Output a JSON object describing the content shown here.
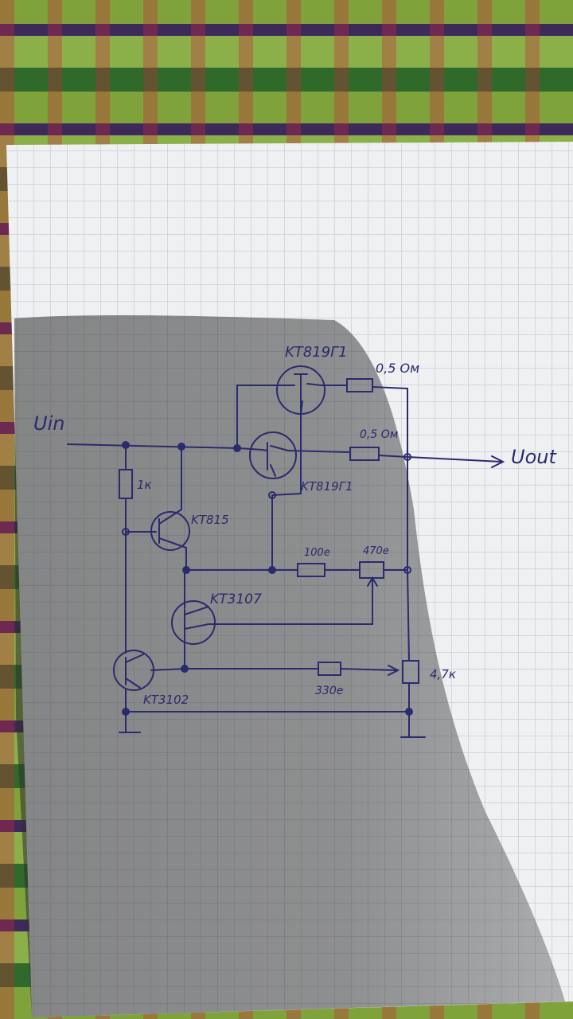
{
  "labels": {
    "vin": "Uin",
    "vout": "Uout",
    "q_top": "KT819Г1",
    "q_mid": "KT819Г1",
    "r_top": "0,5 Ом",
    "r_mid": "0,5 Ом",
    "r_base": "1к",
    "q_kt815": "KT815",
    "r_100": "100е",
    "pot_470": "470е",
    "q_kt3107": "KT3107",
    "r_330": "330е",
    "pot_47k": "4,7к",
    "q_kt3102": "KT3102"
  },
  "colors": {
    "ink": "#2a2a6e",
    "paper": "#eef0f2",
    "grid": "#b8c2cc",
    "shadow": "#3a3a3a"
  }
}
